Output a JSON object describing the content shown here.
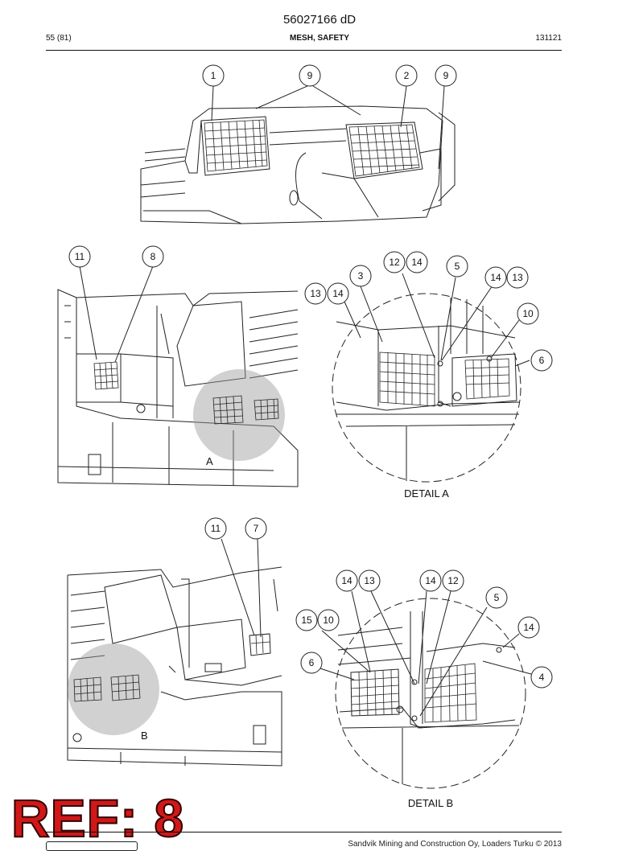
{
  "header": {
    "doc_number": "56027166 dD",
    "page": "55 (81)",
    "title": "MESH, SAFETY",
    "date_code": "131121"
  },
  "figure1": {
    "callouts": [
      "1",
      "9",
      "2",
      "9"
    ]
  },
  "figure2": {
    "callouts": [
      "11",
      "8"
    ],
    "view_label": "A"
  },
  "detail_a": {
    "callouts": [
      "12",
      "14",
      "5",
      "3",
      "14",
      "13",
      "13",
      "14",
      "10",
      "6"
    ],
    "caption": "DETAIL A"
  },
  "figure3": {
    "callouts": [
      "11",
      "7"
    ],
    "view_label": "B"
  },
  "detail_b": {
    "callouts": [
      "14",
      "13",
      "14",
      "12",
      "5",
      "15",
      "10",
      "14",
      "6",
      "4"
    ],
    "caption": "DETAIL B"
  },
  "stamp": {
    "text": "REF: 8"
  },
  "footer": {
    "copyright": "Sandvik Mining and Construction Oy, Loaders Turku © 2013"
  }
}
